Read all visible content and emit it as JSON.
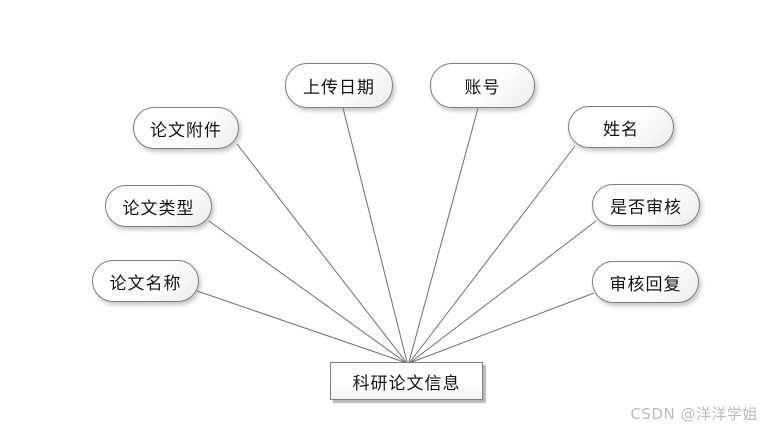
{
  "diagram": {
    "entity": {
      "label": "科研论文信息"
    },
    "attributes": [
      {
        "label": "上传日期"
      },
      {
        "label": "账号"
      },
      {
        "label": "论文附件"
      },
      {
        "label": "姓名"
      },
      {
        "label": "论文类型"
      },
      {
        "label": "是否审核"
      },
      {
        "label": "论文名称"
      },
      {
        "label": "审核回复"
      }
    ],
    "watermark": "CSDN @洋洋学姐",
    "colors": {
      "node_border": "#7d7d7d",
      "connector": "#6e6e6e",
      "watermark_text": "#bcbcbc",
      "background": "#ffffff"
    }
  }
}
